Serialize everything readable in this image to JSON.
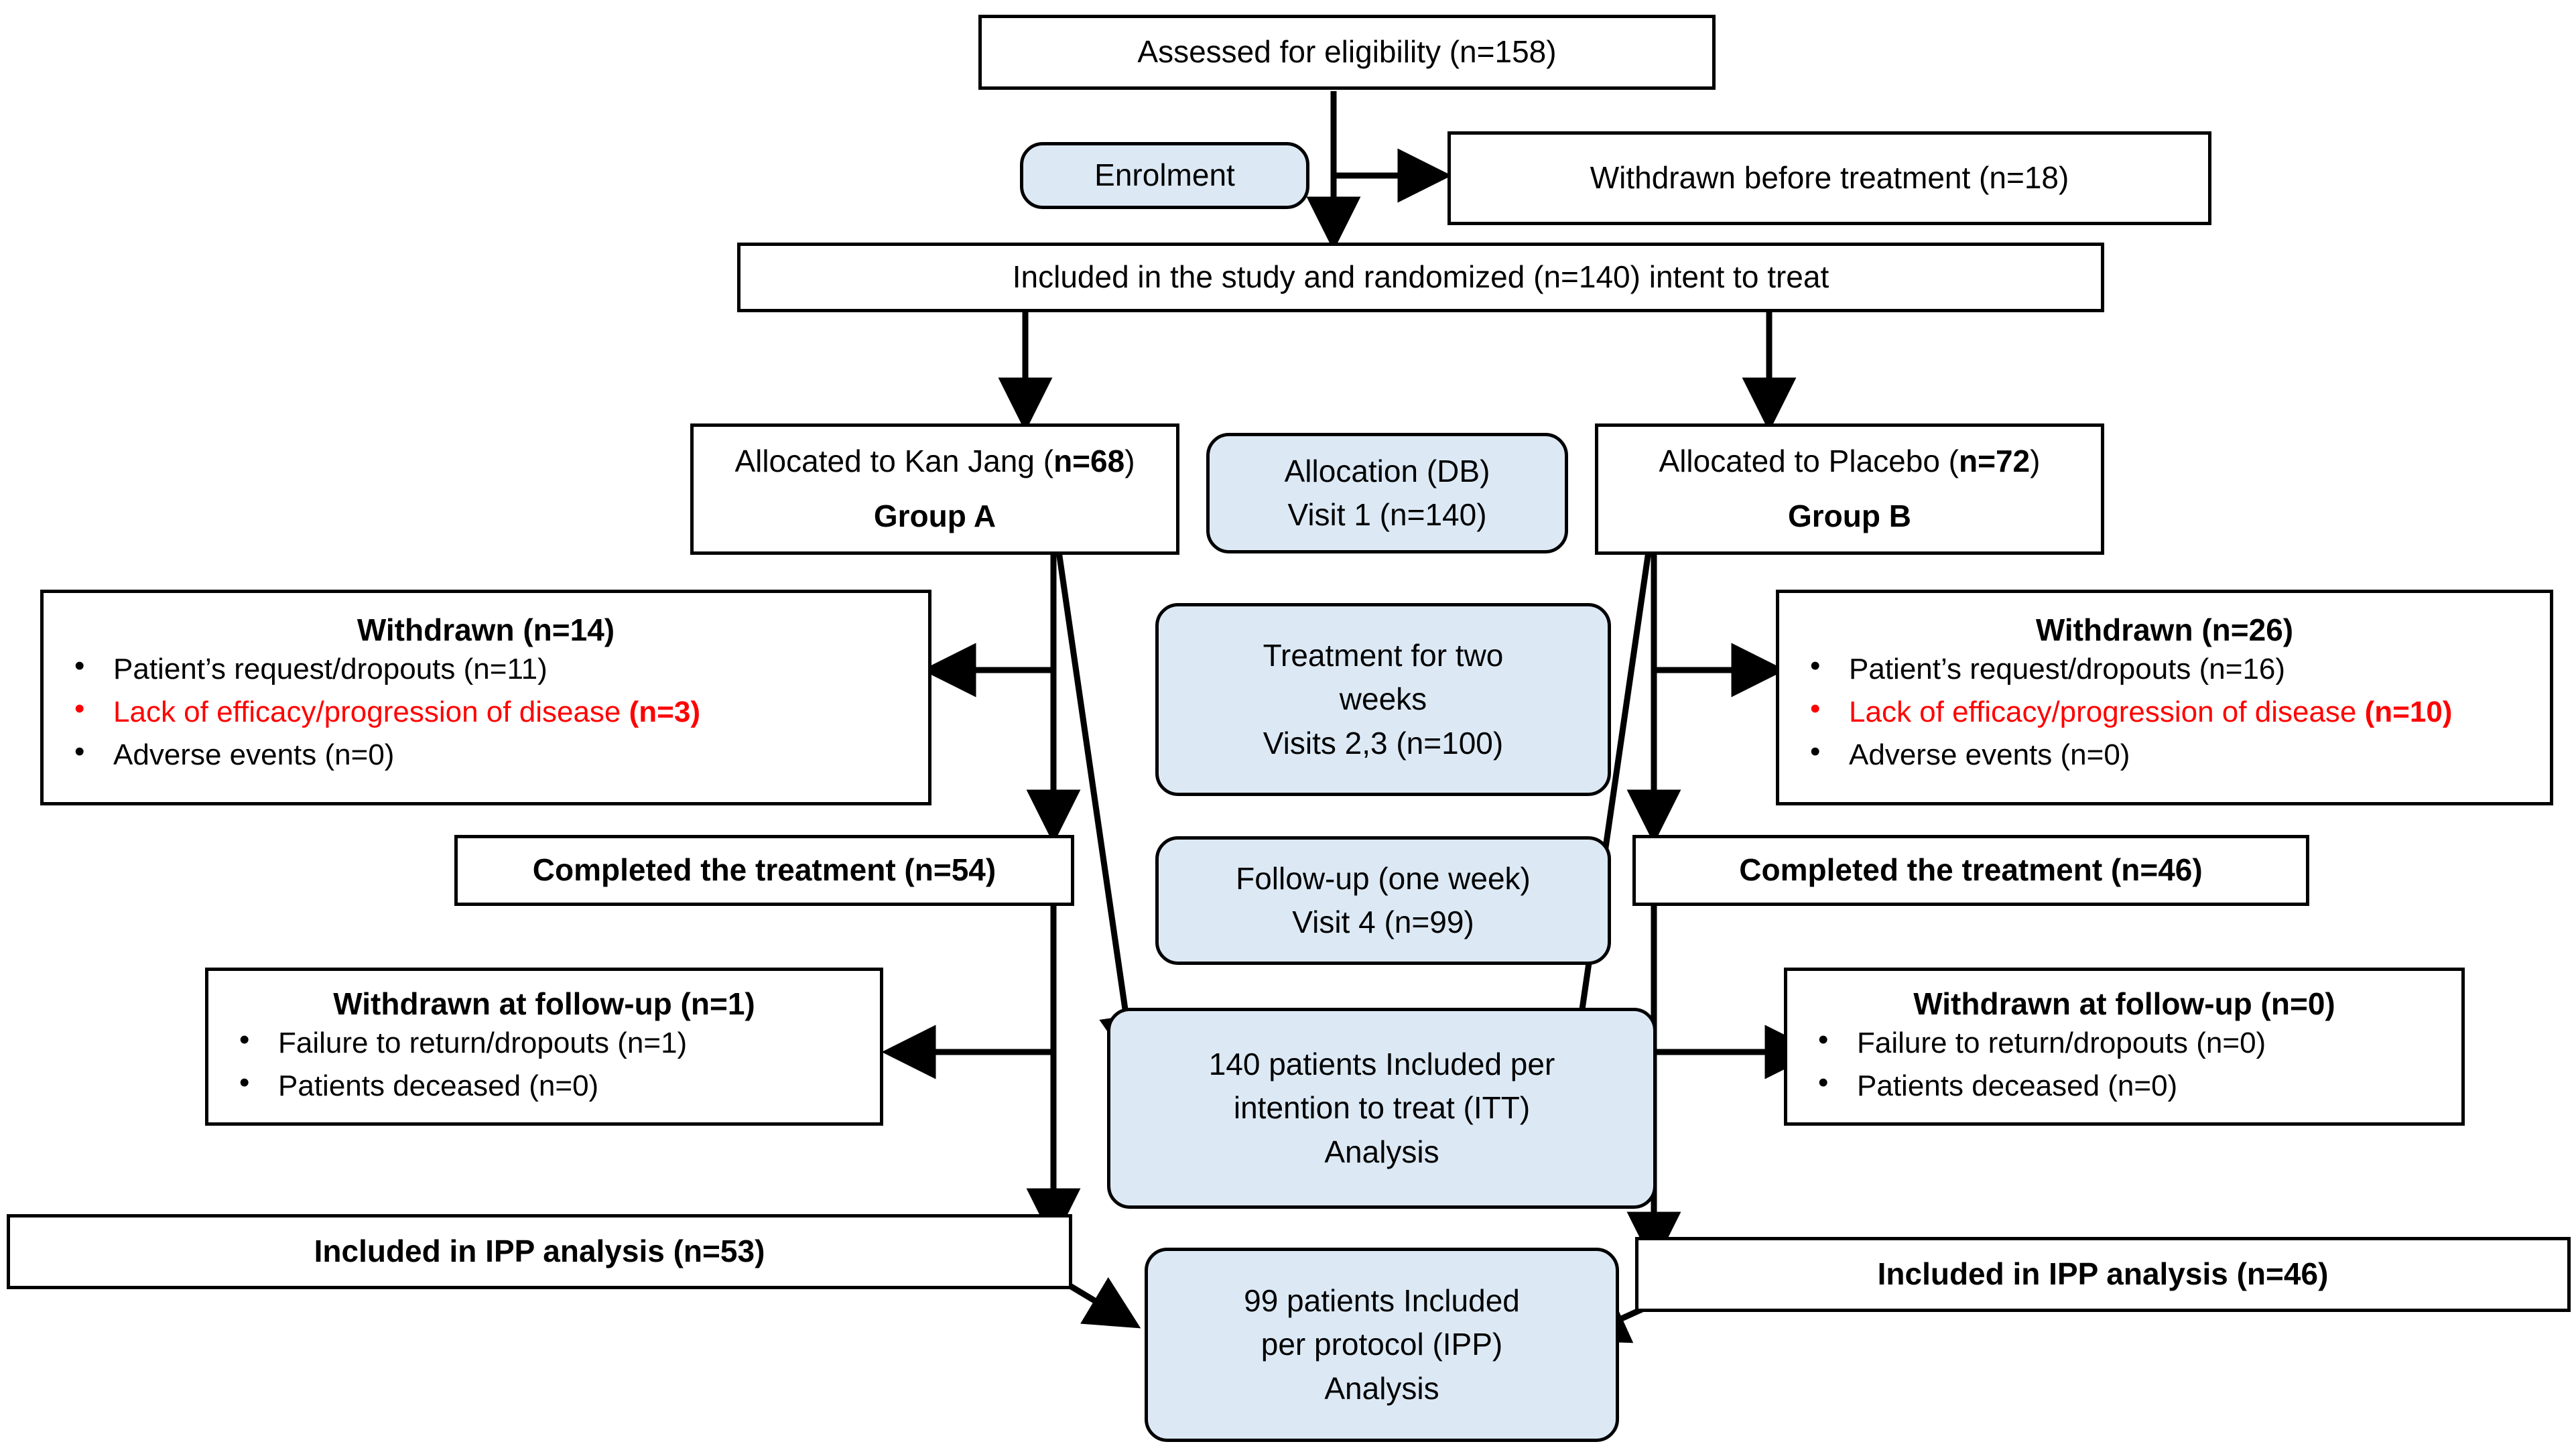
{
  "diagram": {
    "title": "CONSORT participant flow diagram",
    "colors": {
      "stage_fill": "#dce9f5",
      "box_border": "#000000",
      "box_fill": "#ffffff",
      "highlight_text": "#ff0000"
    },
    "enrolment": {
      "assessed": "Assessed for eligibility (n=158)",
      "stage_label": "Enrolment",
      "withdrawn_before": "Withdrawn before treatment (n=18)",
      "randomized": "Included in the study and randomized (n=140) intent to treat"
    },
    "allocation": {
      "stage_line1": "Allocation (DB)",
      "stage_line2": "Visit 1 (n=140)",
      "group_a_line1": "Allocated to Kan Jang (",
      "group_a_n": "n=68",
      "group_a_close": ")",
      "group_a_line2": "Group A",
      "group_b_line1": "Allocated to Placebo (",
      "group_b_n": "n=72",
      "group_b_close": ")",
      "group_b_line2": "Group B"
    },
    "treatment": {
      "stage_line1": "Treatment for two",
      "stage_line2": "weeks",
      "stage_line3": "Visits 2,3 (n=100)"
    },
    "followup": {
      "stage_line1": "Follow-up (one week)",
      "stage_line2": "Visit 4 (n=99)"
    },
    "itt": {
      "line1": "140 patients Included per",
      "line2": "intention to treat (ITT)",
      "line3": "Analysis"
    },
    "ipp": {
      "line1": "99 patients Included",
      "line2": "per protocol (IPP)",
      "line3": "Analysis"
    },
    "left_arm": {
      "withdrawn_header": "Withdrawn (n=14)",
      "withdrawn_items": [
        {
          "text": "Patient’s request/dropouts (n=11)",
          "red": false,
          "bold_tail": ""
        },
        {
          "text": "Lack of efficacy/progression of disease ",
          "red": true,
          "bold_tail": "(n=3)"
        },
        {
          "text": "Adverse events (n=0)",
          "red": false,
          "bold_tail": ""
        }
      ],
      "completed": "Completed the treatment (n=54)",
      "followup_withdrawn_header": "Withdrawn at follow-up (n=1)",
      "followup_withdrawn_items": [
        {
          "text": "Failure to return/dropouts (n=1)",
          "red": false,
          "bold_tail": ""
        },
        {
          "text": "Patients deceased (n=0)",
          "red": false,
          "bold_tail": ""
        }
      ],
      "ipp_included": "Included in IPP analysis (n=53)"
    },
    "right_arm": {
      "withdrawn_header": "Withdrawn (n=26)",
      "withdrawn_items": [
        {
          "text": "Patient’s request/dropouts (n=16)",
          "red": false,
          "bold_tail": ""
        },
        {
          "text": "Lack of efficacy/progression of disease ",
          "red": true,
          "bold_tail": "(n=10)"
        },
        {
          "text": "Adverse events (n=0)",
          "red": false,
          "bold_tail": ""
        }
      ],
      "completed": "Completed the treatment (n=46)",
      "followup_withdrawn_header": "Withdrawn at follow-up (n=0)",
      "followup_withdrawn_items": [
        {
          "text": "Failure to return/dropouts (n=0)",
          "red": false,
          "bold_tail": ""
        },
        {
          "text": "Patients deceased (n=0)",
          "red": false,
          "bold_tail": ""
        }
      ],
      "ipp_included": "Included in IPP analysis (n=46)"
    }
  },
  "chart_data": {
    "type": "diagram",
    "title": "CONSORT flow of participants (Kan Jang vs Placebo)",
    "nodes": [
      {
        "id": "assessed",
        "label": "Assessed for eligibility (n=158)",
        "n": 158
      },
      {
        "id": "withdrawn_before",
        "label": "Withdrawn before treatment (n=18)",
        "n": 18
      },
      {
        "id": "randomized",
        "label": "Included in the study and randomized (n=140) intent to treat",
        "n": 140
      },
      {
        "id": "group_a",
        "label": "Allocated to Kan Jang (n=68) Group A",
        "n": 68
      },
      {
        "id": "group_b",
        "label": "Allocated to Placebo (n=72) Group B",
        "n": 72
      },
      {
        "id": "withdrawn_a",
        "label": "Withdrawn (n=14)",
        "n": 14
      },
      {
        "id": "withdrawn_b",
        "label": "Withdrawn (n=26)",
        "n": 26
      },
      {
        "id": "completed_a",
        "label": "Completed the treatment (n=54)",
        "n": 54
      },
      {
        "id": "completed_b",
        "label": "Completed the treatment (n=46)",
        "n": 46
      },
      {
        "id": "fu_withdrawn_a",
        "label": "Withdrawn at follow-up (n=1)",
        "n": 1
      },
      {
        "id": "fu_withdrawn_b",
        "label": "Withdrawn at follow-up (n=0)",
        "n": 0
      },
      {
        "id": "ipp_a",
        "label": "Included in IPP analysis (n=53)",
        "n": 53
      },
      {
        "id": "ipp_b",
        "label": "Included in IPP analysis (n=46)",
        "n": 46
      },
      {
        "id": "itt",
        "label": "140 patients Included per intention to treat (ITT) Analysis",
        "n": 140
      },
      {
        "id": "ipp",
        "label": "99 patients Included per protocol (IPP) Analysis",
        "n": 99
      }
    ],
    "stages": [
      "Enrolment",
      "Allocation (DB) Visit 1 (n=140)",
      "Treatment for two weeks Visits 2,3 (n=100)",
      "Follow-up (one week) Visit 4 (n=99)"
    ]
  }
}
